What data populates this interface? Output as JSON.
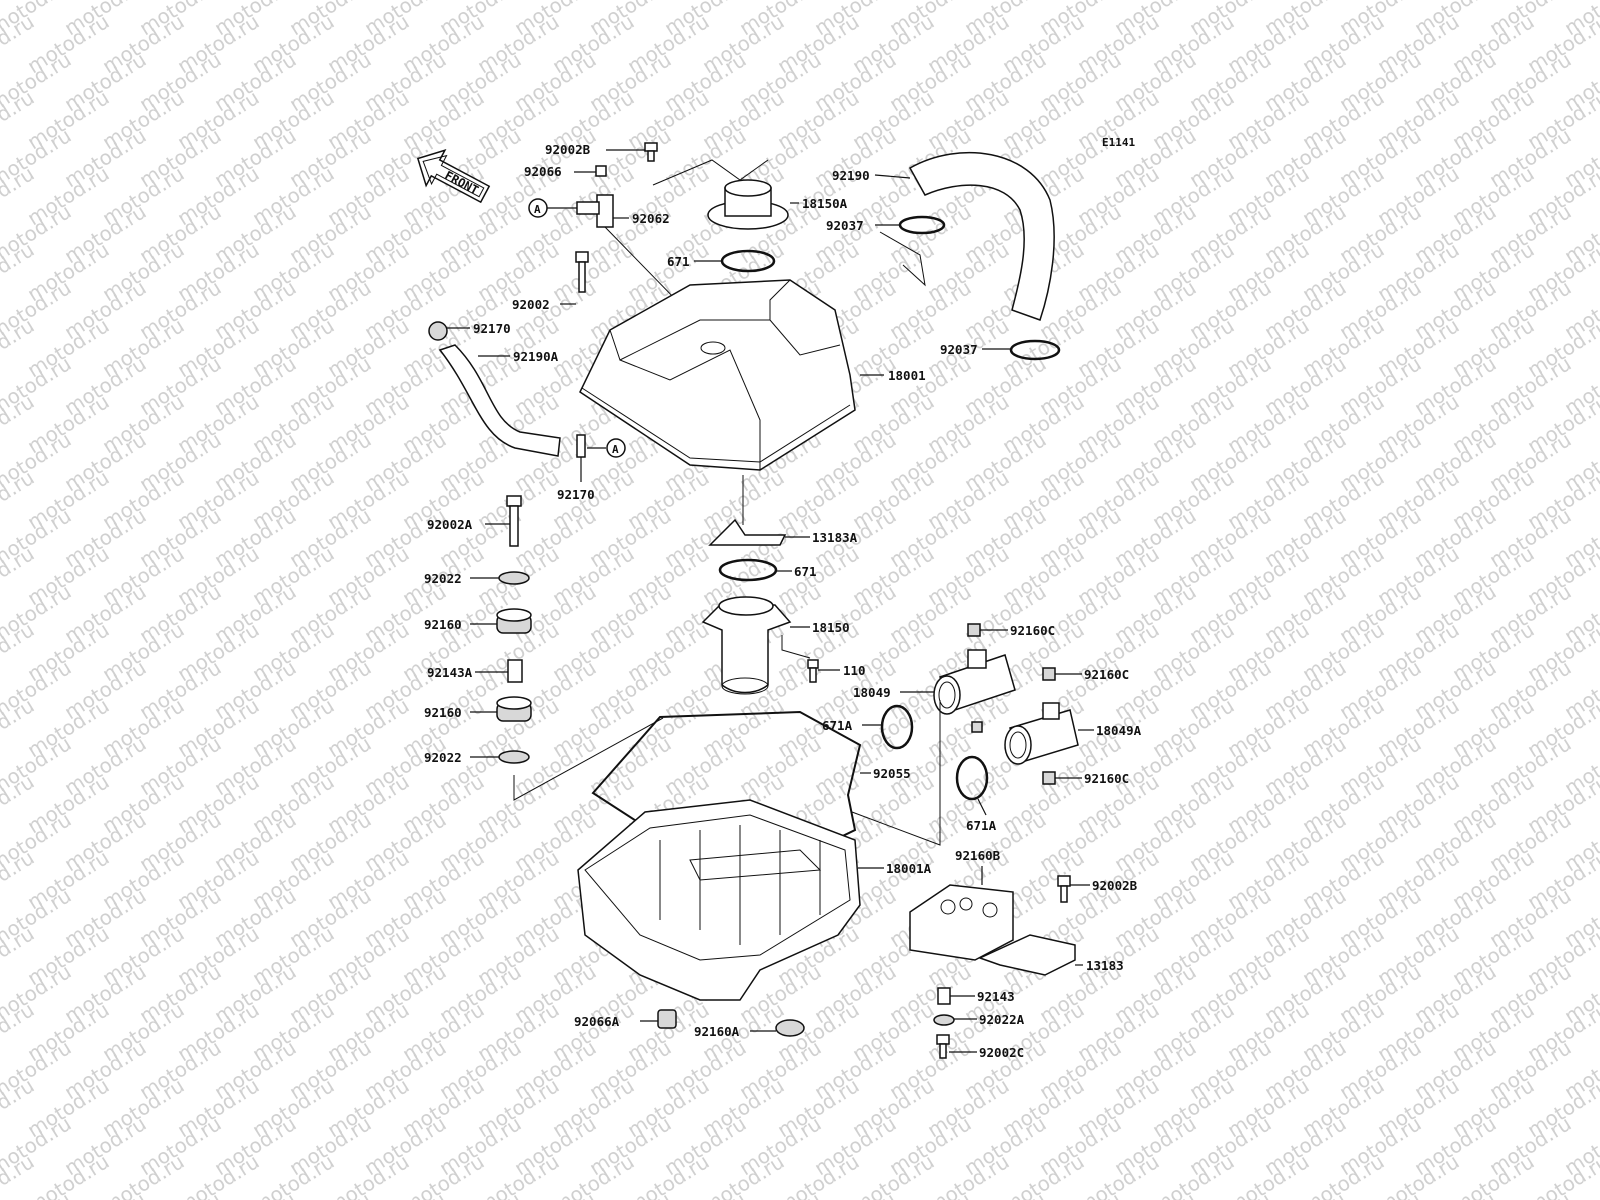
{
  "diagram_code": "E1141",
  "watermark": "motod.ru",
  "front_label": "FRONT",
  "callout_a": "A",
  "parts": {
    "p92002B_top": "92002B",
    "p92066": "92066",
    "p92062": "92062",
    "p18150A": "18150A",
    "p92190": "92190",
    "p92037_top": "92037",
    "p671_top": "671",
    "p92002": "92002",
    "p92170_top": "92170",
    "p92190A": "92190A",
    "p92037_bot": "92037",
    "p18001": "18001",
    "p92170_bot": "92170",
    "p92002A": "92002A",
    "p13183A": "13183A",
    "p671_mid": "671",
    "p92022_top": "92022",
    "p92160_top": "92160",
    "p18150": "18150",
    "p92160C_1": "92160C",
    "p92143A": "92143A",
    "p110": "110",
    "p92160C_2": "92160C",
    "p18049": "18049",
    "p92160_bot": "92160",
    "p671A_left": "671A",
    "p18049A": "18049A",
    "p92022_bot": "92022",
    "p92055": "92055",
    "p92160C_3": "92160C",
    "p671A_bot": "671A",
    "p18001A": "18001A",
    "p92160B": "92160B",
    "p92002B_bot": "92002B",
    "p13183": "13183",
    "p92143": "92143",
    "p92022A": "92022A",
    "p92066A": "92066A",
    "p92160A": "92160A",
    "p92002C": "92002C"
  }
}
